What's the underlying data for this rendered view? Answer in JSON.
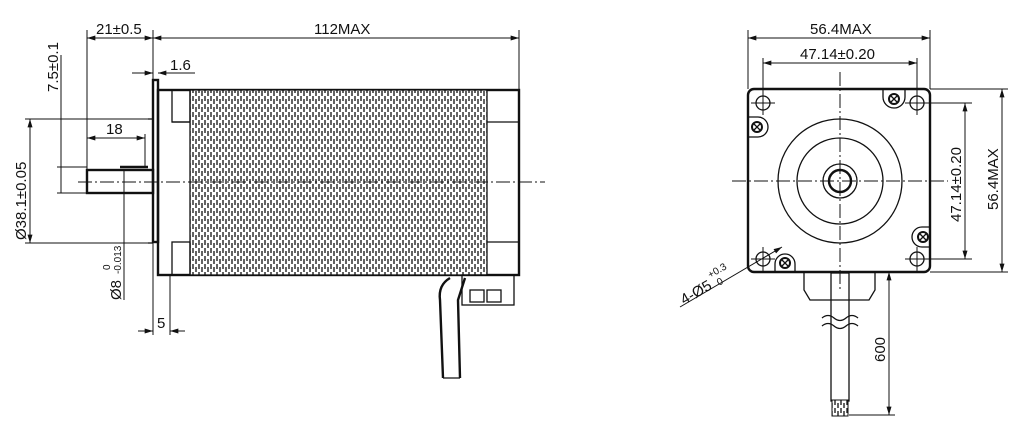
{
  "side_view": {
    "dim_shaft_length": "21±0.5",
    "dim_body_length": "112MAX",
    "dim_flange_thickness": "1.6",
    "dim_flat_depth": "7.5±0.1",
    "dim_flat_length": "18",
    "dim_pilot_diameter": "Ø38.1±0.05",
    "dim_shaft_diameter": "Ø8",
    "dim_shaft_tol_upper": "0",
    "dim_shaft_tol_lower": "-0.013",
    "dim_pilot_length": "5"
  },
  "front_view": {
    "dim_width": "56.4MAX",
    "dim_hole_spacing_h": "47.14±0.20",
    "dim_hole_spacing_v": "47.14±0.20",
    "dim_height": "56.4MAX",
    "dim_holes": "4-Ø5",
    "dim_holes_tol_upper": "+0.3",
    "dim_holes_tol_lower": "0",
    "dim_cable_length": "600"
  }
}
